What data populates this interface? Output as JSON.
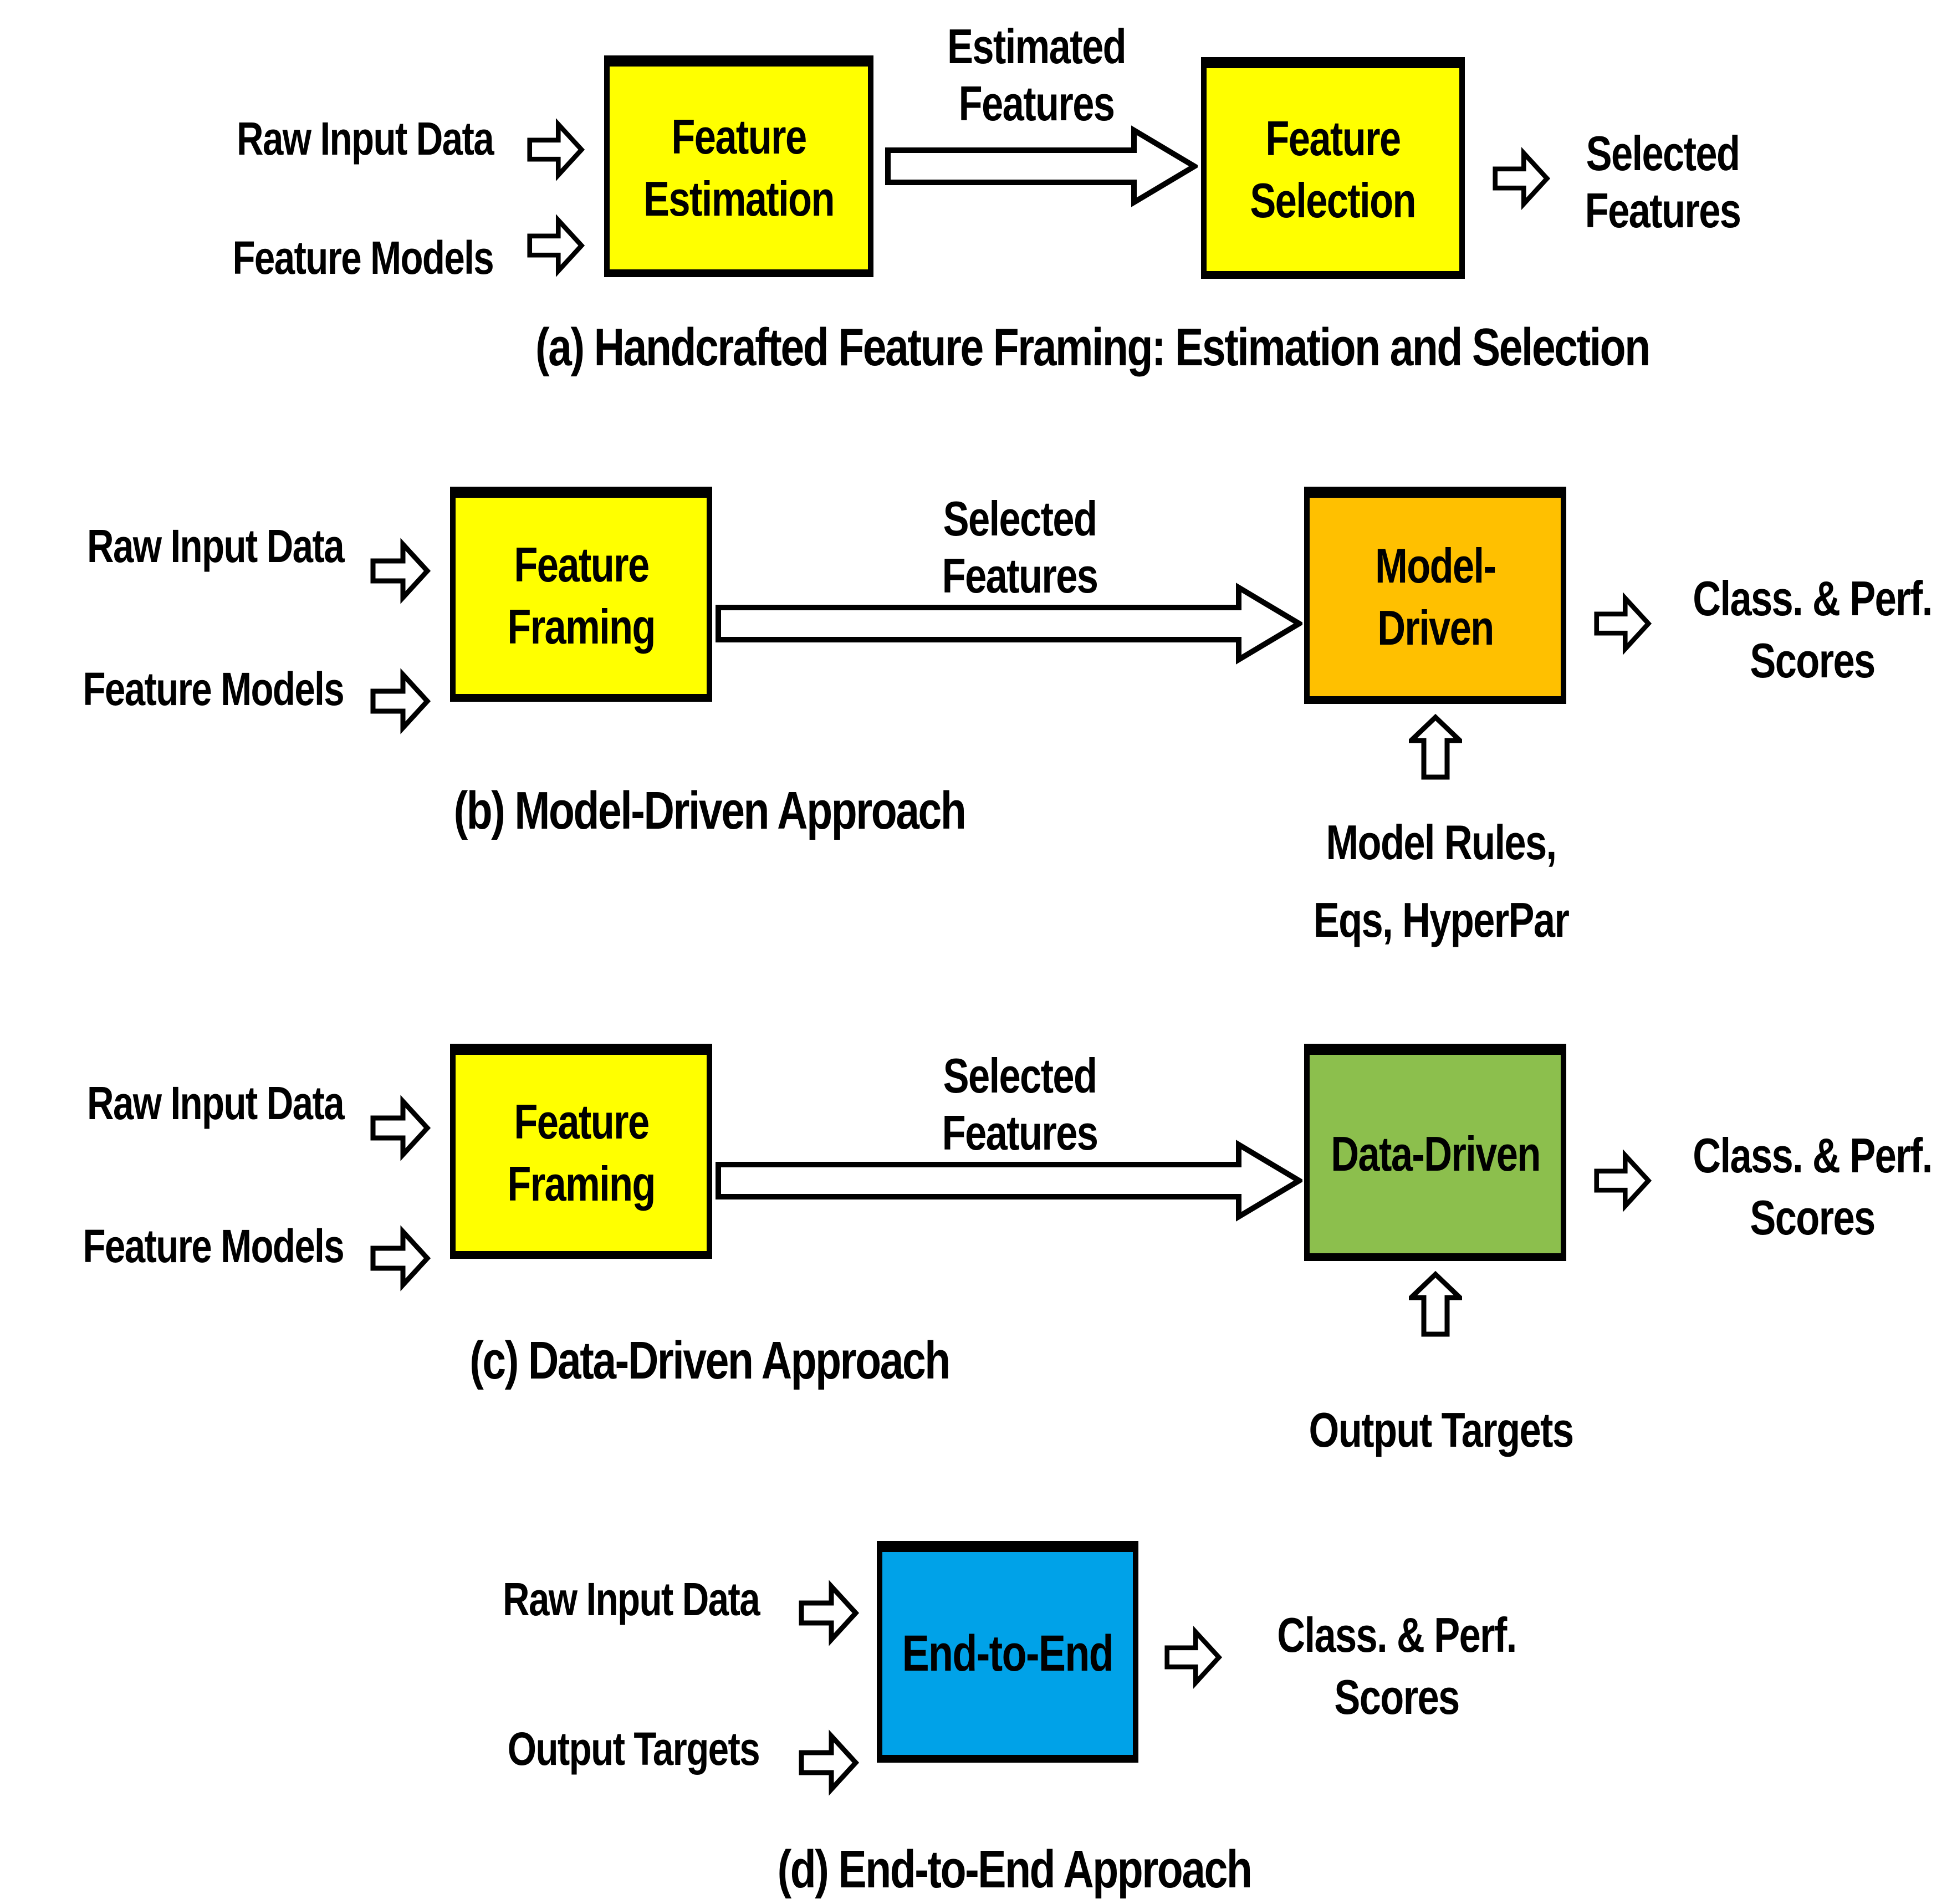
{
  "colors": {
    "box_yellow": "#FFFF00",
    "box_orange": "#FFC000",
    "box_green": "#8CBF4D",
    "box_blue": "#00A2E8",
    "outline": "#000000",
    "text": "#000000",
    "background": "#FFFFFF"
  },
  "panel_a": {
    "input1": "Raw Input Data",
    "input2": "Feature Models",
    "box1_line1": "Feature",
    "box1_line2": "Estimation",
    "flow_label_line1": "Estimated",
    "flow_label_line2": "Features",
    "box2_line1": "Feature",
    "box2_line2": "Selection",
    "output_line1": "Selected",
    "output_line2": "Features",
    "caption": "(a) Handcrafted Feature Framing: Estimation and Selection"
  },
  "panel_b": {
    "input1": "Raw Input Data",
    "input2": "Feature Models",
    "box1_line1": "Feature",
    "box1_line2": "Framing",
    "flow_label_line1": "Selected",
    "flow_label_line2": "Features",
    "box2_line1": "Model-",
    "box2_line2": "Driven",
    "output_line1": "Class. & Perf.",
    "output_line2": "Scores",
    "bottom_input_line1": "Model Rules,",
    "bottom_input_line2": "Eqs, HyperPar",
    "caption": "(b) Model-Driven Approach"
  },
  "panel_c": {
    "input1": "Raw Input Data",
    "input2": "Feature Models",
    "box1_line1": "Feature",
    "box1_line2": "Framing",
    "flow_label_line1": "Selected",
    "flow_label_line2": "Features",
    "box2_label": "Data-Driven",
    "output_line1": "Class. & Perf.",
    "output_line2": "Scores",
    "bottom_input": "Output Targets",
    "caption": "(c) Data-Driven Approach"
  },
  "panel_d": {
    "input1": "Raw Input Data",
    "input2": "Output Targets",
    "box_label": "End-to-End",
    "output_line1": "Class. & Perf.",
    "output_line2": "Scores",
    "caption": "(d) End-to-End Approach"
  }
}
